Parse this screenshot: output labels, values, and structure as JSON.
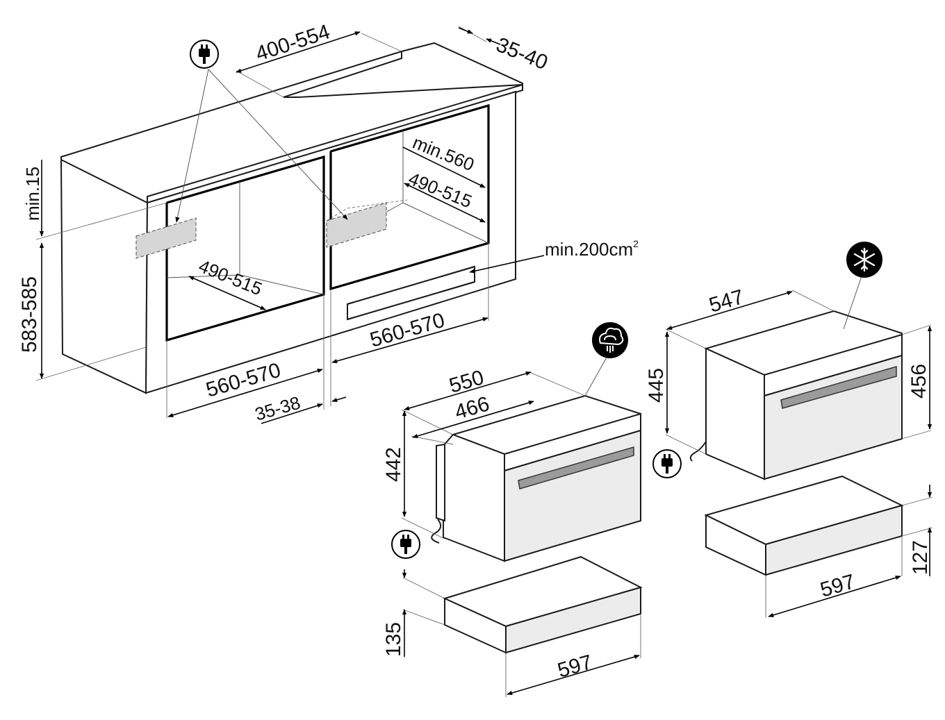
{
  "dimensions": {
    "niche_depth": "400-554",
    "worktop_gap": "35-40",
    "min_top": "min.15",
    "niche_height": "583-585",
    "right_niche_depth_min": "min.560",
    "right_niche_depth": "490-515",
    "left_niche_depth": "490-515",
    "vent_area_prefix": "min.200cm",
    "vent_area_sup": "2",
    "right_niche_width": "560-570",
    "left_niche_width": "560-570",
    "side_gap": "35-38",
    "steam_oven_depth": "550",
    "steam_oven_body_depth": "466",
    "steam_oven_height": "442",
    "drawer_left_height": "135",
    "drawer_left_width": "597",
    "blast_chiller_depth": "547",
    "blast_chiller_height_rear": "445",
    "blast_chiller_height_front": "456",
    "drawer_right_height": "127",
    "drawer_right_width": "597"
  },
  "icons": [
    "plug-icon",
    "steam-icon",
    "snowflake-icon"
  ]
}
